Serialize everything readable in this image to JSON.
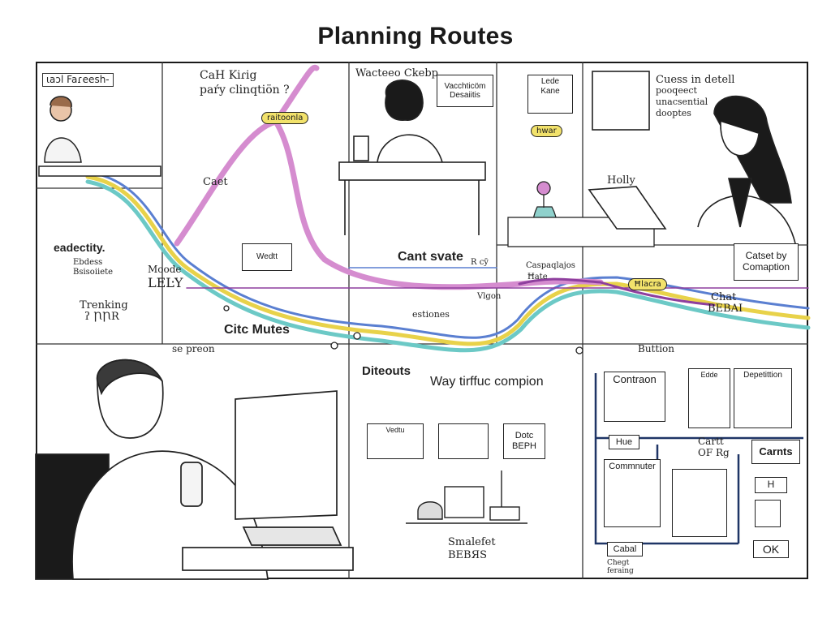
{
  "title": "Planning Routes",
  "colors": {
    "route_pink": "#d58ccf",
    "route_yellow": "#e8d24a",
    "route_teal": "#6cc9c6",
    "route_blue": "#5a7fd1",
    "route_purple": "#8e3f9e",
    "highlight_yellow": "#f2e26b",
    "ink": "#1a1a1a"
  },
  "labels": {
    "top_left_sign": "ɩaɔl Faɾeesh-",
    "call_king": "CaH Kiɾig",
    "paty_question": "paŕy clinqtiön ?",
    "route_pill": "raitoonla",
    "street_note": "Wacteeo Ckebp",
    "vacation_box": "Vacchticöm",
    "vacation_sub": "Desaiitis",
    "lede_box": "Lede Kane",
    "crest_badge": "hwar",
    "cues_note_1": "Cuess in detell",
    "cues_note_2": "pooqeect",
    "cues_note_3": "unacsential",
    "cues_note_4": "dooptes",
    "cant_label": "Caet",
    "holly": "Holly",
    "eadectity": "eadectity.",
    "eadectity_sub_1": "Ebdess",
    "eadectity_sub_2": "Bsisoiiete",
    "mode": "Moode",
    "lsly": "LEĿY",
    "cant_svate": "Cant svate",
    "cant_svate_note": "R cȳ",
    "compagtos": "Caspaqlajos",
    "compagtos_sub": "Ħate",
    "vlgon": "Vlgon",
    "tlacra_pill": "Ħlacra",
    "trenking": "Trenking",
    "trenking_sub": "ʔ ꞂꞂR",
    "estiones": "estiones",
    "citc_mutes": "Citc Mutes",
    "se_preon": "se preon",
    "buttion": "Buttion",
    "capset_box": "Catset by Comaption",
    "chat_label": "Chat",
    "chat_sub": "BEBAI",
    "diteouts": "Diteouts",
    "way_tirffuc": "Way tirffuc compion",
    "contraon": "Contraon",
    "edde": "Edde",
    "depetition": "Depetittion",
    "hue": "Hue",
    "cartt": "Cartt",
    "of_rug": "OF Rg",
    "carnts": "Carnts",
    "commnuter": "Commnuter",
    "h_box": "H",
    "cabal": "Cabal",
    "ok": "OK",
    "vedtu": "Vedtu",
    "dotc": "Dotc",
    "dotc_sub": "BEPH",
    "smatefet": "Smalefet",
    "smatefet_sub": "BEBЯS",
    "whiteboard": "Wedtt",
    "chegt": "Chegt",
    "chegt_sub": "feraing"
  }
}
